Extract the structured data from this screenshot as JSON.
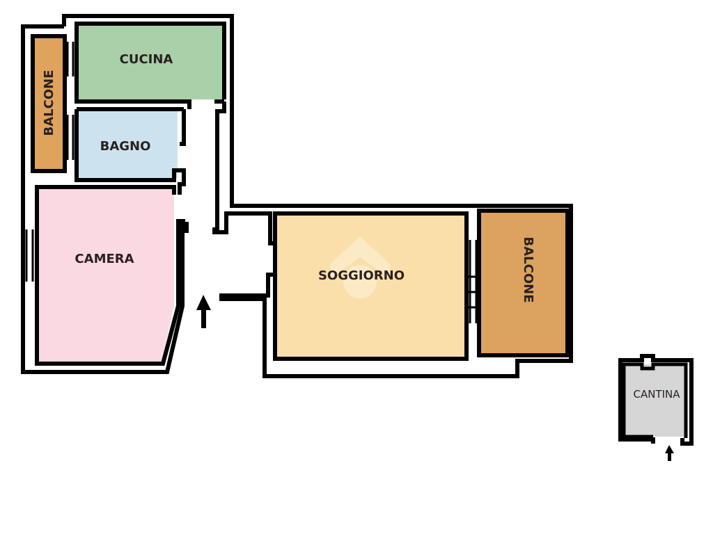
{
  "plan": {
    "rooms": [
      {
        "id": "cucina",
        "label": "CUCINA",
        "color": "#a9d0a9"
      },
      {
        "id": "bagno",
        "label": "BAGNO",
        "color": "#cce3ef"
      },
      {
        "id": "balcone_left",
        "label": "BALCONE",
        "color": "#dfa35e"
      },
      {
        "id": "camera",
        "label": "CAMERA",
        "color": "#fbd9e3"
      },
      {
        "id": "soggiorno",
        "label": "SOGGIORNO",
        "color": "#fbdfaa"
      },
      {
        "id": "balcone_right",
        "label": "BALCONE",
        "color": "#dca25f"
      },
      {
        "id": "cantina",
        "label": "CANTINA",
        "color": "#d6d6d6"
      }
    ],
    "entrance_icon": "up-arrow-icon",
    "cantina_entrance_icon": "up-arrow-icon",
    "watermark_icon": "house-logo-icon"
  }
}
